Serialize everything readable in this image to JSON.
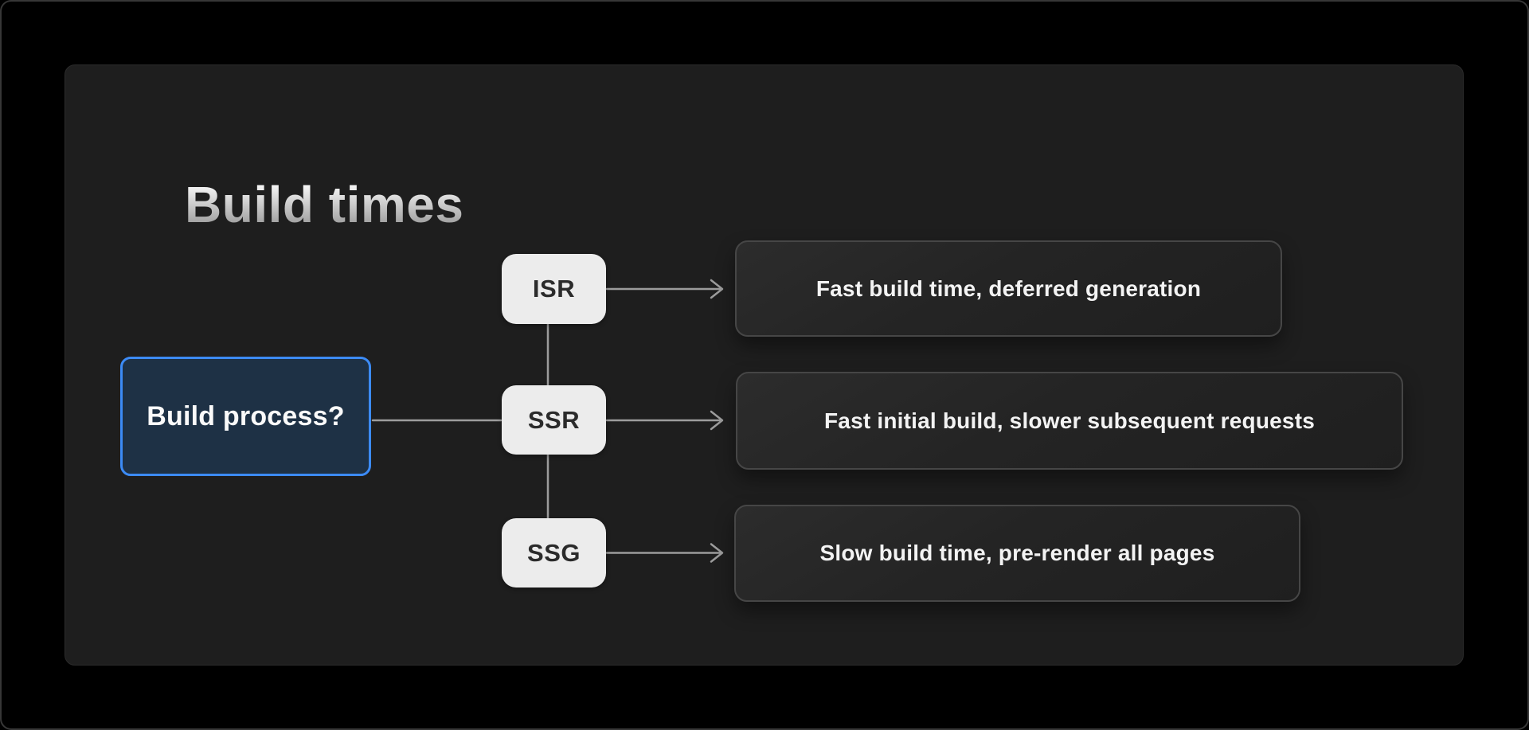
{
  "title": "Build times",
  "diagram": {
    "root": {
      "label": "Build process?"
    },
    "rows": [
      {
        "node": "ISR",
        "outcome": "Fast build time, deferred generation"
      },
      {
        "node": "SSR",
        "outcome": "Fast initial build, slower subsequent requests"
      },
      {
        "node": "SSG",
        "outcome": "Slow build time, pre-render all pages"
      }
    ]
  },
  "colors": {
    "page_bg": "#000000",
    "card_bg": "#1e1e1e",
    "accent_blue": "#3c8bf6",
    "root_node_bg": "#1e3145",
    "node_bg": "#ececec",
    "node_text": "#2b2b2b",
    "outcome_bg": "#242424",
    "outcome_border": "#464646",
    "connector": "#9c9c9c",
    "text_light": "#f3f3f3"
  }
}
